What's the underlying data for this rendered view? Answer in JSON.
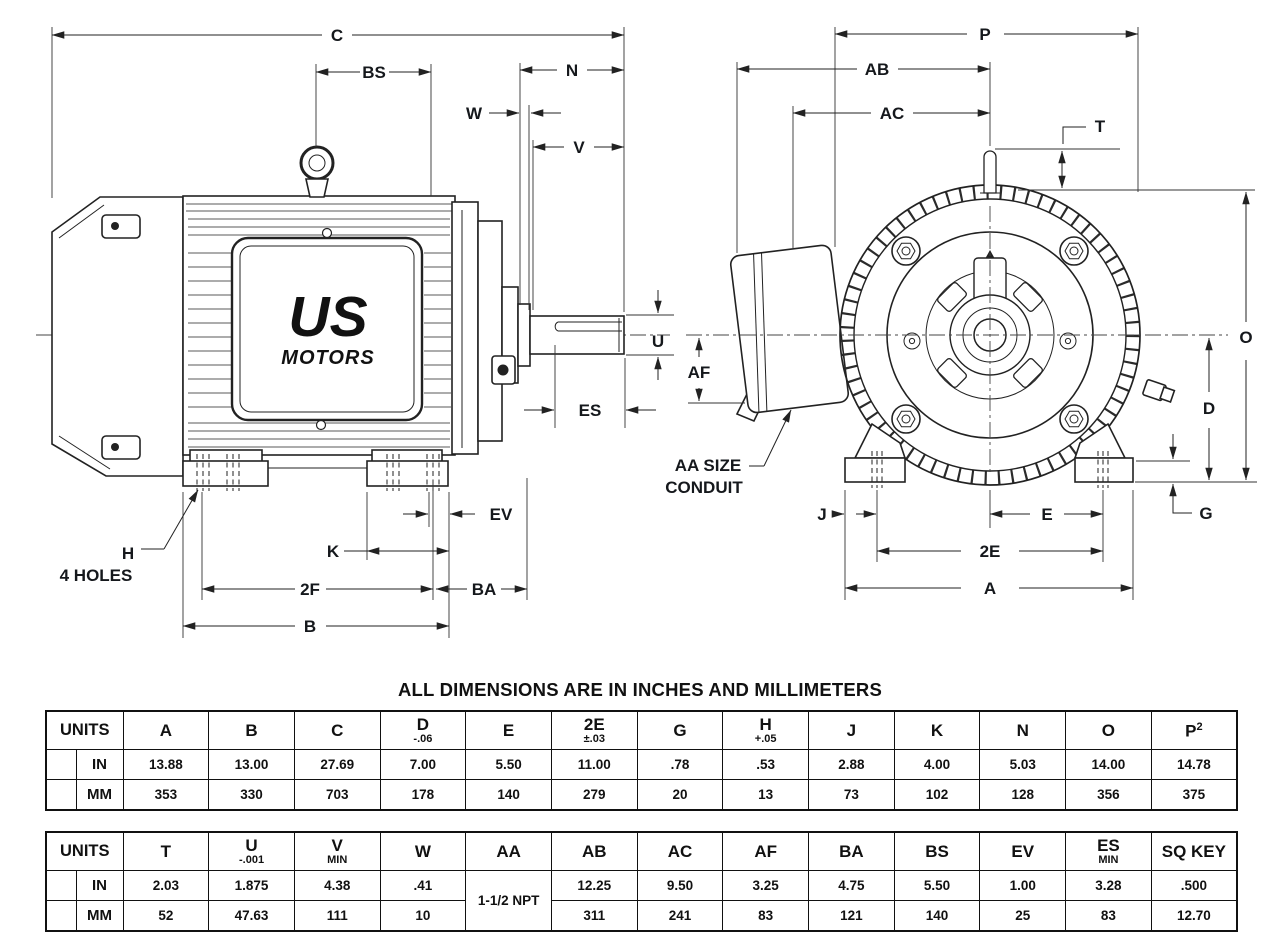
{
  "title": "ALL DIMENSIONS ARE IN INCHES AND MILLIMETERS",
  "drawing": {
    "logo": {
      "line1": "US",
      "line2": "MOTORS"
    },
    "left": {
      "c": "C",
      "bs": "BS",
      "n": "N",
      "w": "W",
      "v": "V",
      "u": "U",
      "es": "ES",
      "ev": "EV",
      "k": "K",
      "f2": "2F",
      "ba": "BA",
      "b": "B",
      "h": "H",
      "h_note": "4 HOLES"
    },
    "right": {
      "p": "P",
      "ab": "AB",
      "ac": "AC",
      "t": "T",
      "o": "O",
      "d": "D",
      "g": "G",
      "af": "AF",
      "aa1": "AA SIZE",
      "aa2": "CONDUIT",
      "j": "J",
      "e": "E",
      "e2": "2E",
      "a": "A"
    }
  },
  "table1": {
    "units_label": "UNITS",
    "columns": [
      {
        "label": "A"
      },
      {
        "label": "B"
      },
      {
        "label": "C"
      },
      {
        "label": "D",
        "sub": "-.06"
      },
      {
        "label": "E"
      },
      {
        "label": "2E",
        "sub": "±.03"
      },
      {
        "label": "G"
      },
      {
        "label": "H",
        "sub": "+.05"
      },
      {
        "label": "J"
      },
      {
        "label": "K"
      },
      {
        "label": "N"
      },
      {
        "label": "O"
      },
      {
        "label": "P",
        "sup": "2"
      }
    ],
    "rows": [
      {
        "unit": "IN",
        "values": [
          "13.88",
          "13.00",
          "27.69",
          "7.00",
          "5.50",
          "11.00",
          ".78",
          ".53",
          "2.88",
          "4.00",
          "5.03",
          "14.00",
          "14.78"
        ]
      },
      {
        "unit": "MM",
        "values": [
          "353",
          "330",
          "703",
          "178",
          "140",
          "279",
          "20",
          "13",
          "73",
          "102",
          "128",
          "356",
          "375"
        ]
      }
    ]
  },
  "table2": {
    "units_label": "UNITS",
    "columns": [
      {
        "label": "T"
      },
      {
        "label": "U",
        "sub": "-.001"
      },
      {
        "label": "V",
        "sub": "MIN"
      },
      {
        "label": "W"
      },
      {
        "label": "AA",
        "merged_value": "1-1/2 NPT"
      },
      {
        "label": "AB"
      },
      {
        "label": "AC"
      },
      {
        "label": "AF"
      },
      {
        "label": "BA"
      },
      {
        "label": "BS"
      },
      {
        "label": "EV"
      },
      {
        "label": "ES",
        "sub": "MIN"
      },
      {
        "label": "SQ KEY"
      }
    ],
    "rows": [
      {
        "unit": "IN",
        "values": [
          "2.03",
          "1.875",
          "4.38",
          ".41",
          null,
          "12.25",
          "9.50",
          "3.25",
          "4.75",
          "5.50",
          "1.00",
          "3.28",
          ".500"
        ]
      },
      {
        "unit": "MM",
        "values": [
          "52",
          "47.63",
          "111",
          "10",
          null,
          "311",
          "241",
          "83",
          "121",
          "140",
          "25",
          "83",
          "12.70"
        ]
      }
    ]
  }
}
